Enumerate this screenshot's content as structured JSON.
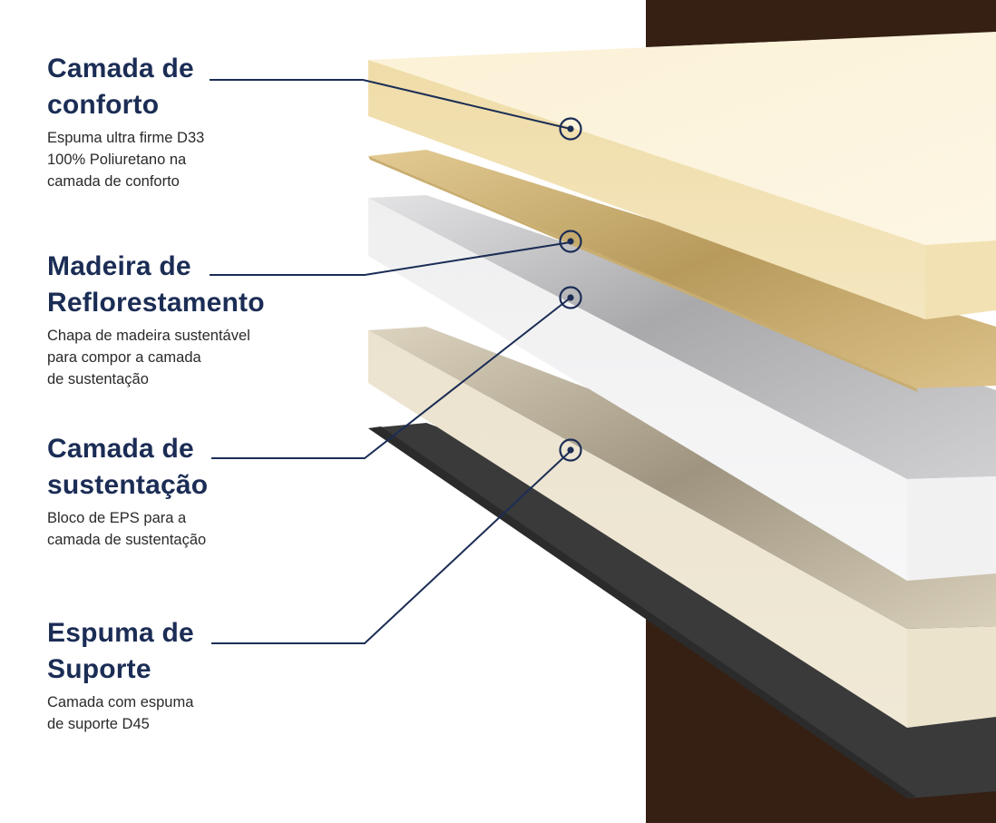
{
  "layers": [
    {
      "title_line1": "Camada de",
      "title_line2": "conforto",
      "description": "Espuma ultra firme D33\n100% Poliuretano na\ncamada de conforto"
    },
    {
      "title_line1": "Madeira de",
      "title_line2": "Reflorestamento",
      "description": "Chapa de madeira sustentável\npara compor a camada\nde sustentação"
    },
    {
      "title_line1": "Camada de",
      "title_line2": "sustentação",
      "description": "Bloco de EPS para a\ncamada de sustentação"
    },
    {
      "title_line1": "Espuma de",
      "title_line2": "Suporte",
      "description": "Camada com espuma\nde suporte D45"
    }
  ],
  "colors": {
    "title": "#1b2d55",
    "leader": "#1b2d55",
    "wall": "#352013",
    "comfort_foam": "#f3e4bb",
    "wood": "#d7b978",
    "eps": "#e9e9ea",
    "support_foam": "#e6dcc6",
    "base_sheet": "#3b3b3b"
  }
}
